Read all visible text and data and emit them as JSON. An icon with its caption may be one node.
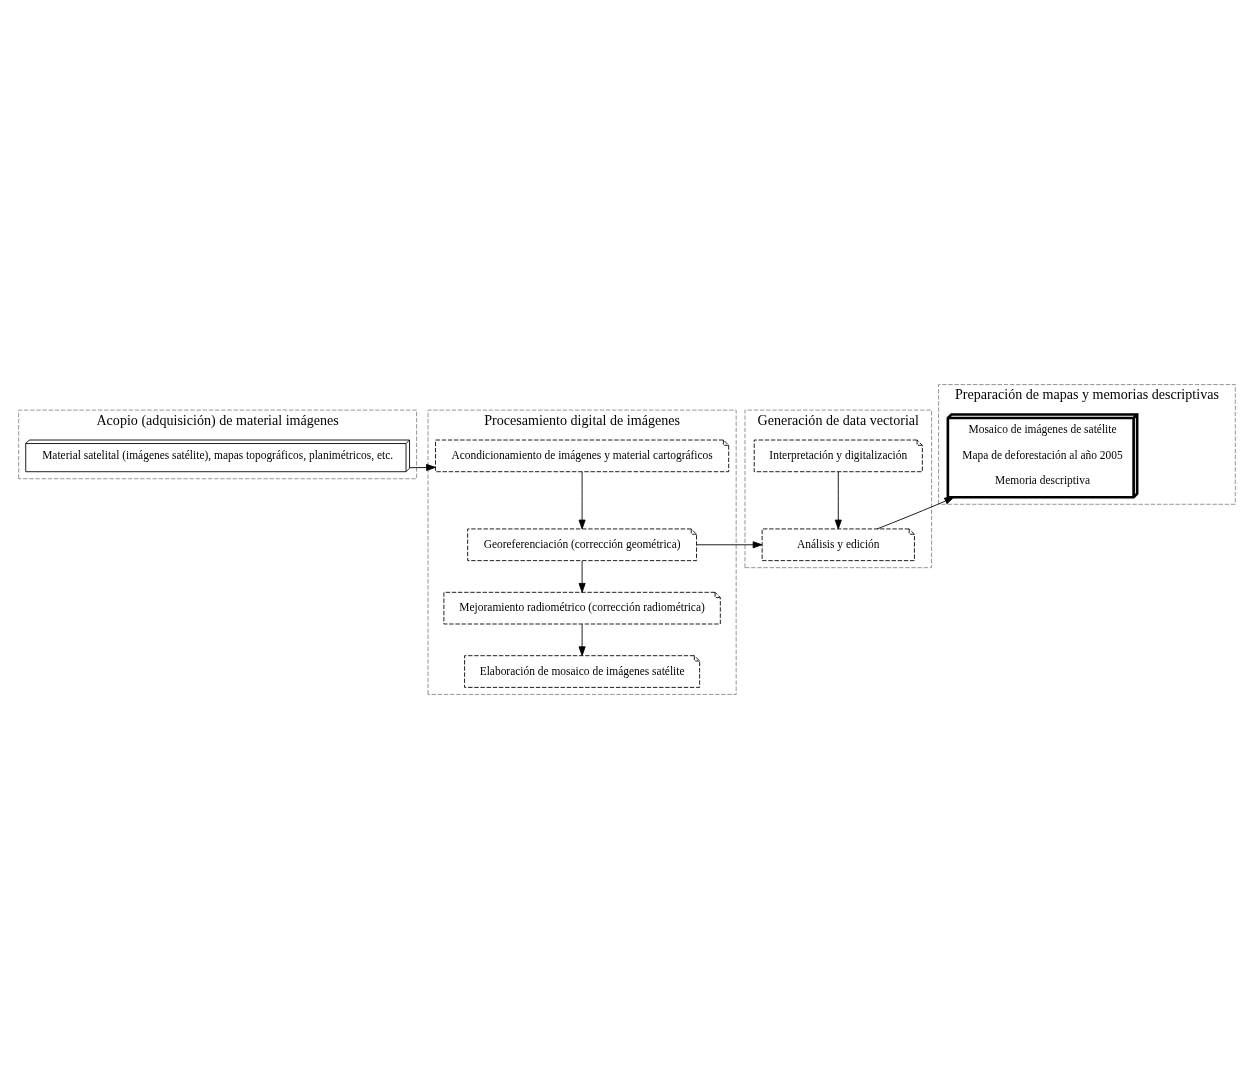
{
  "diagram": {
    "nodes": [
      {
        "text": [
          "Acopio (adquisición) de material imágenes"
        ]
      },
      {
        "text": [
          "Procesamiento digital de imágenes"
        ]
      },
      {
        "text": [
          "Generación de data vectorial"
        ]
      },
      {
        "text": [
          "Preparación de mapas y memorias descriptivas"
        ]
      },
      {
        "text": [
          "Material satelital (imágenes satélite), mapas topográficos, planimétricos, etc."
        ],
        "in": 0
      },
      {
        "text": [
          "Acondicionamiento de imágenes y material cartográficos"
        ],
        "in": 1
      },
      {
        "text": [
          "Georeferenciación (corrección geométrica)"
        ],
        "in": 1
      },
      {
        "text": [
          "Mejoramiento radiométrico (corrección radiométrica)"
        ],
        "in": 1
      },
      {
        "text": [
          "Elaboración de mosaico de imágenes satélite"
        ],
        "in": 1
      },
      {
        "text": [
          "Interpretación y digitalización"
        ],
        "in": 2
      },
      {
        "text": [
          "Análisis y edición"
        ],
        "in": 2
      },
      {
        "text": [
          "Mosaico de imágenes de satélite",
          "Mapa de deforestación al año 2005",
          "Memoria descriptiva"
        ],
        "in": 3
      }
    ],
    "edges": [
      {
        "from": 4,
        "to": 5,
        "arrow": "to"
      },
      {
        "from": 5,
        "to": 6,
        "arrow": "to"
      },
      {
        "from": 6,
        "to": 7,
        "arrow": "to"
      },
      {
        "from": 7,
        "to": 8,
        "arrow": "to"
      },
      {
        "from": 6,
        "to": 10,
        "arrow": "to"
      },
      {
        "from": 9,
        "to": 10,
        "arrow": "to"
      },
      {
        "from": 10,
        "to": 11,
        "arrow": "to"
      }
    ]
  }
}
